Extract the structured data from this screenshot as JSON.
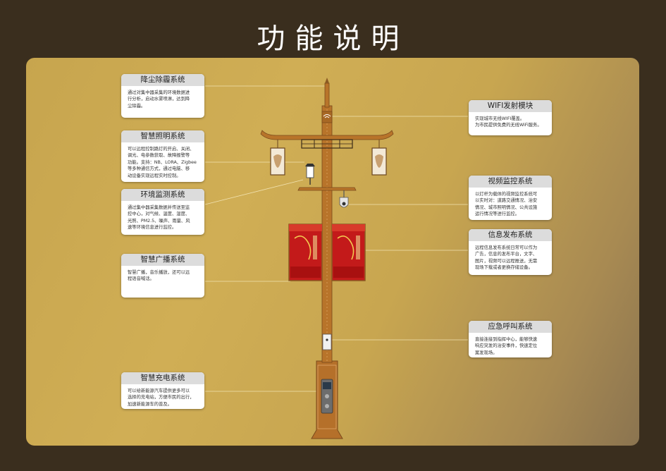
{
  "title": "功能说明",
  "modules": {
    "dust": {
      "title": "降尘除霾系统",
      "desc": "通过对集中器采集的环境数据进\n行分析，启动水雾喷淋，达到降\n尘除霾。"
    },
    "lighting": {
      "title": "智慧照明系统",
      "desc": "可以远程控制路灯的开启、关闭、\n调光、电参数获取、故障报警等\n功能。支持：NB、LORA、Zigbee\n等多种通信方式，通过电脑、移\n动设备实现远程实时控制。"
    },
    "environment": {
      "title": "环境监测系统",
      "desc": "通过集中器采集数据并传送至监\n控中心，对气候、温度、湿度、\n光照、PM2.5、噪声、雨量、风\n速等环境信息进行监控。"
    },
    "broadcast": {
      "title": "智慧广播系统",
      "desc": "智慧广播，音乐播放，还可以远\n程语音喊话。"
    },
    "charging": {
      "title": "智慧充电系统",
      "desc": "可以给新能源汽车提供更多可以\n选择的充电站，方便市民的出行，\n加速新能源车的普及。"
    },
    "wifi": {
      "title": "WIFI发射模块",
      "desc": "实现城市无线WIFI覆盖。\n为市民提供免费的无线WiFi服务。"
    },
    "video": {
      "title": "视频监控系统",
      "desc": "以灯杆为载体的视频监控系统可\n以实时对：道路交通情况、治安\n情况、城市照明情况、公共设施\n运行情况等进行监控。"
    },
    "info": {
      "title": "信息发布系统",
      "desc": "远程信息发布系统日常可以作为\n广告，信息的发布平台，文字、\n图片，视频可以远程推送，无需\n现场下载或者更换存储设备。"
    },
    "emergency": {
      "title": "应急呼叫系统",
      "desc": "直接连接到指挥中心，能够快速\n响应突发的治安事件，快速定位\n案发现场。"
    }
  },
  "colors": {
    "background": "#3a2e1e",
    "panel": "#c9a753",
    "pole": "#b8742a",
    "card_header": "#dcdcdc"
  }
}
